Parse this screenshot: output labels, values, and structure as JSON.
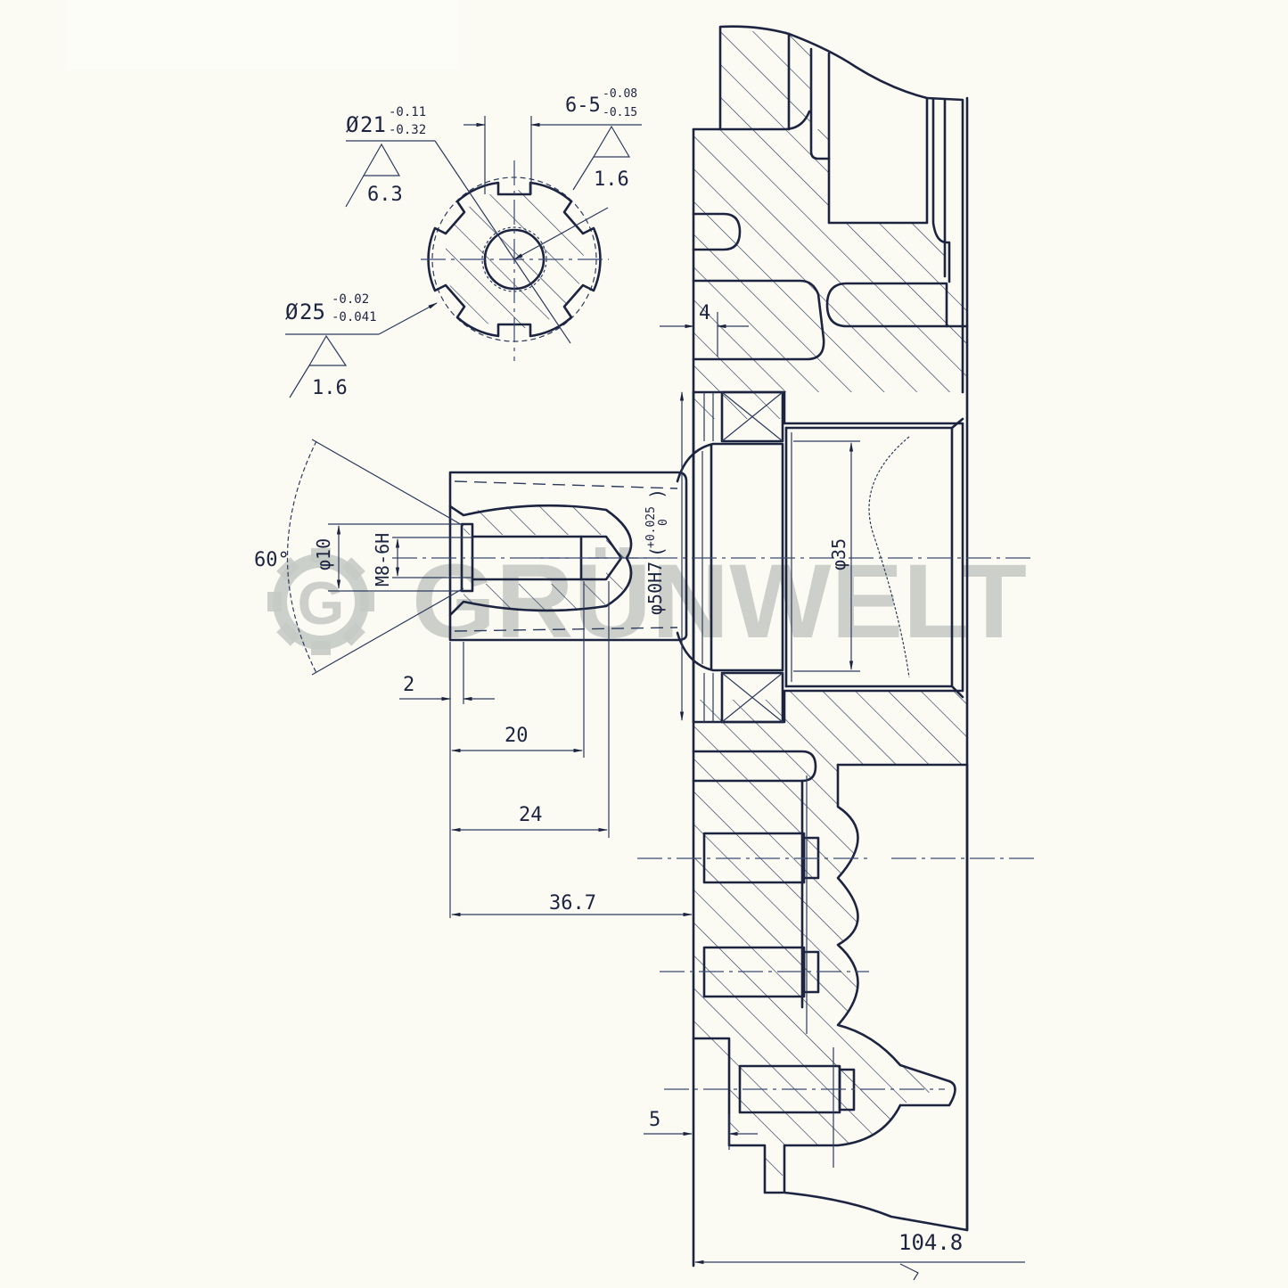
{
  "drawing": {
    "type": "engine crankcase cover / output shaft section drawing",
    "background_color": "#fbfbf4",
    "line_color": "#1d2440",
    "watermark": {
      "text": "GRÜNWELT",
      "logo_letter": "G",
      "color": "#c7cbc6"
    },
    "spline_section": {
      "major_diameter": {
        "symbol": "Ø",
        "nominal": "21",
        "upper_tol": "-0.11",
        "lower_tol": "-0.32"
      },
      "major_roughness": "6.3",
      "spline_width": {
        "prefix": "6-5",
        "upper_tol": "-0.08",
        "lower_tol": "-0.15"
      },
      "spline_roughness": "1.6",
      "minor_diameter": {
        "symbol": "Ø",
        "nominal": "25",
        "upper_tol": "-0.02",
        "lower_tol": "-0.041"
      },
      "minor_roughness": "1.6"
    },
    "shaft_end": {
      "angle": "60°",
      "counterbore_diameter": "φ10",
      "thread": "M8-6H",
      "seat_fit": {
        "label": "φ50H7",
        "upper_tol": "+0.025",
        "lower_tol": "0"
      },
      "bore_diameter": "φ35"
    },
    "dimensions": {
      "flange_offset": "4",
      "chamfer": "2",
      "thread_depth": "20",
      "drill_depth": "24",
      "shaft_length": "36.7",
      "boss_offset": "5",
      "overall_length": "104.8"
    }
  }
}
